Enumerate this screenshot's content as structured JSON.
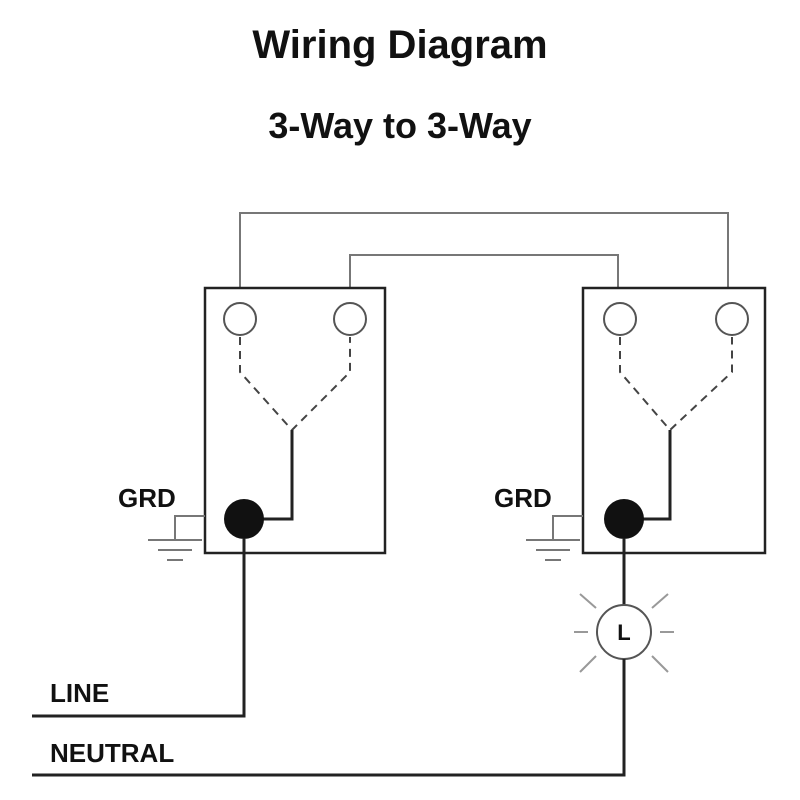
{
  "title": "Wiring Diagram",
  "subtitle": "3-Way to 3-Way",
  "labels": {
    "ground_left": "GRD",
    "ground_right": "GRD",
    "line": "LINE",
    "neutral": "NEUTRAL",
    "lamp": "L"
  },
  "colors": {
    "ink": "#111111",
    "traveler_wire": "#777777",
    "background": "#ffffff"
  }
}
